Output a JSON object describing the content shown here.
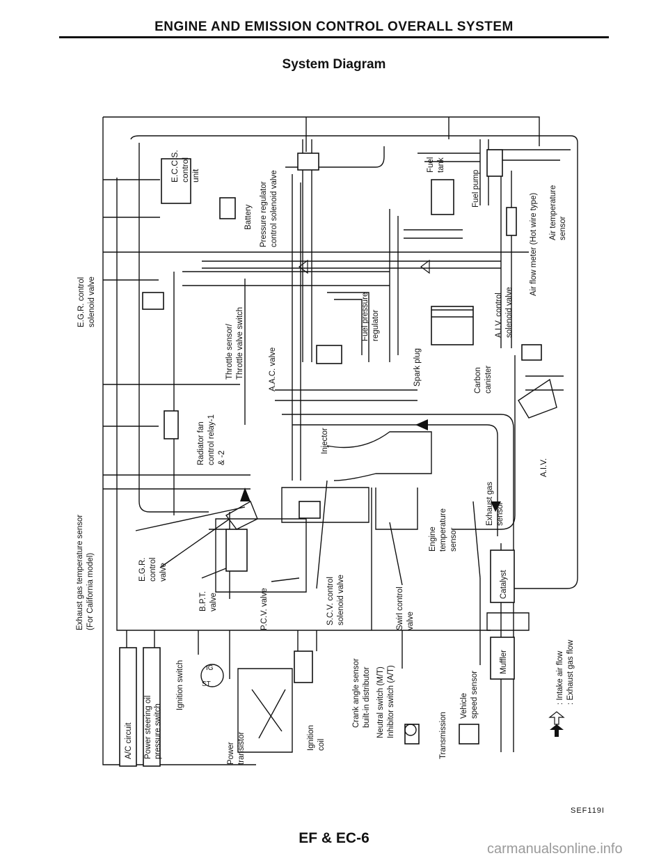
{
  "header": {
    "title": "ENGINE AND EMISSION CONTROL OVERALL SYSTEM",
    "subtitle": "System Diagram"
  },
  "labels": {
    "eccs": [
      "E.C.C.S.",
      "control",
      "unit"
    ],
    "battery": "Battery",
    "pressure_regulator_solenoid": [
      "Pressure regulator",
      "control solenoid valve"
    ],
    "fuel_tank": [
      "Fuel",
      "tank"
    ],
    "fuel_pump": "Fuel pump",
    "air_temp_sensor": [
      "Air temperature",
      "sensor"
    ],
    "air_flow_meter": "Air flow meter (Hot wire type)",
    "egr_solenoid": [
      "E.G.R. control",
      "solenoid valve"
    ],
    "throttle_sensor": [
      "Throttle sensor/",
      "Throttle valve switch"
    ],
    "fuel_pressure_regulator": [
      "Fuel pressure",
      "regulator"
    ],
    "aiv_solenoid": [
      "A.I.V. control",
      "solenoid valve"
    ],
    "aac_valve": "A.A.C. valve",
    "spark_plug": "Spark plug",
    "carbon_canister": [
      "Carbon",
      "canister"
    ],
    "radiator_relay": [
      "Radiator fan",
      "control relay-1",
      "& -2"
    ],
    "injector": "Injector",
    "aiv": "A.I.V.",
    "exhaust_temp_sensor": [
      "Exhaust gas temperature sensor",
      "(For California model)"
    ],
    "egr_valve": [
      "E.G.R.",
      "control",
      "valve"
    ],
    "exhaust_gas_sensor": [
      "Exhaust gas",
      "sensor"
    ],
    "engine_temp_sensor": [
      "Engine",
      "temperature",
      "sensor"
    ],
    "bpt_valve": [
      "B.P.T.",
      "valve"
    ],
    "pcv_valve": "P.C.V. valve",
    "scv_solenoid": [
      "S.C.V. control",
      "solenoid valve"
    ],
    "swirl_valve": [
      "Swirl control",
      "valve"
    ],
    "catalyst": "Catalyst",
    "ac_circuit": "A/C circuit",
    "ps_switch": [
      "Power steering oil",
      "pressure switch"
    ],
    "ignition_switch": "Ignition switch",
    "ig": "IG",
    "st": "ST",
    "power_transistor": [
      "Power",
      "transistor"
    ],
    "ignition_coil": [
      "Ignition",
      "coil"
    ],
    "crank_angle_sensor": [
      "Crank angle sensor",
      "built-in distributor"
    ],
    "neutral_switch": [
      "Neutral switch (M/T)",
      "Inhibitor switch (A/T)"
    ],
    "transmission": "Transmission",
    "vehicle_speed_sensor": [
      "Vehicle",
      "speed sensor"
    ],
    "muffler": "Muffler",
    "legend_intake": ": Intake air flow",
    "legend_exhaust": ": Exhaust gas flow"
  },
  "footer": {
    "ref_code": "SEF119I",
    "page": "EF & EC-6",
    "watermark": "carmanualsonline.info"
  }
}
